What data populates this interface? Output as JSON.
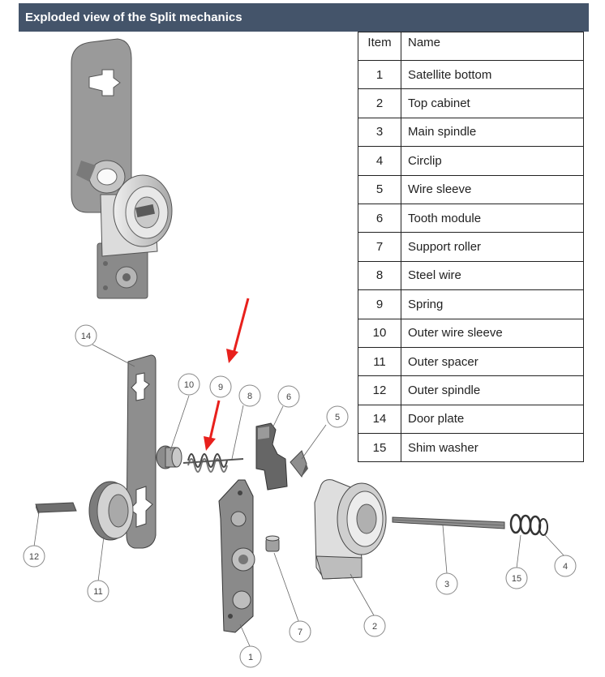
{
  "header": {
    "title": "Exploded view of the Split mechanics"
  },
  "table": {
    "columns": [
      "Item",
      "Name"
    ],
    "rows": [
      {
        "item": "1",
        "name": "Satellite bottom"
      },
      {
        "item": "2",
        "name": "Top cabinet"
      },
      {
        "item": "3",
        "name": "Main spindle"
      },
      {
        "item": "4",
        "name": "Circlip"
      },
      {
        "item": "5",
        "name": "Wire sleeve"
      },
      {
        "item": "6",
        "name": "Tooth module"
      },
      {
        "item": "7",
        "name": "Support roller"
      },
      {
        "item": "8",
        "name": "Steel wire"
      },
      {
        "item": "9",
        "name": "Spring"
      },
      {
        "item": "10",
        "name": "Outer wire sleeve"
      },
      {
        "item": "11",
        "name": "Outer spacer"
      },
      {
        "item": "12",
        "name": "Outer spindle"
      },
      {
        "item": "14",
        "name": "Door plate"
      },
      {
        "item": "15",
        "name": "Shim washer"
      }
    ]
  },
  "callouts": [
    "14",
    "10",
    "9",
    "8",
    "6",
    "5",
    "12",
    "11",
    "1",
    "7",
    "2",
    "3",
    "15",
    "4"
  ],
  "colors": {
    "header_bg": "#44546a",
    "arrow": "#e8201c",
    "part_gray": "#8c8c8c"
  }
}
